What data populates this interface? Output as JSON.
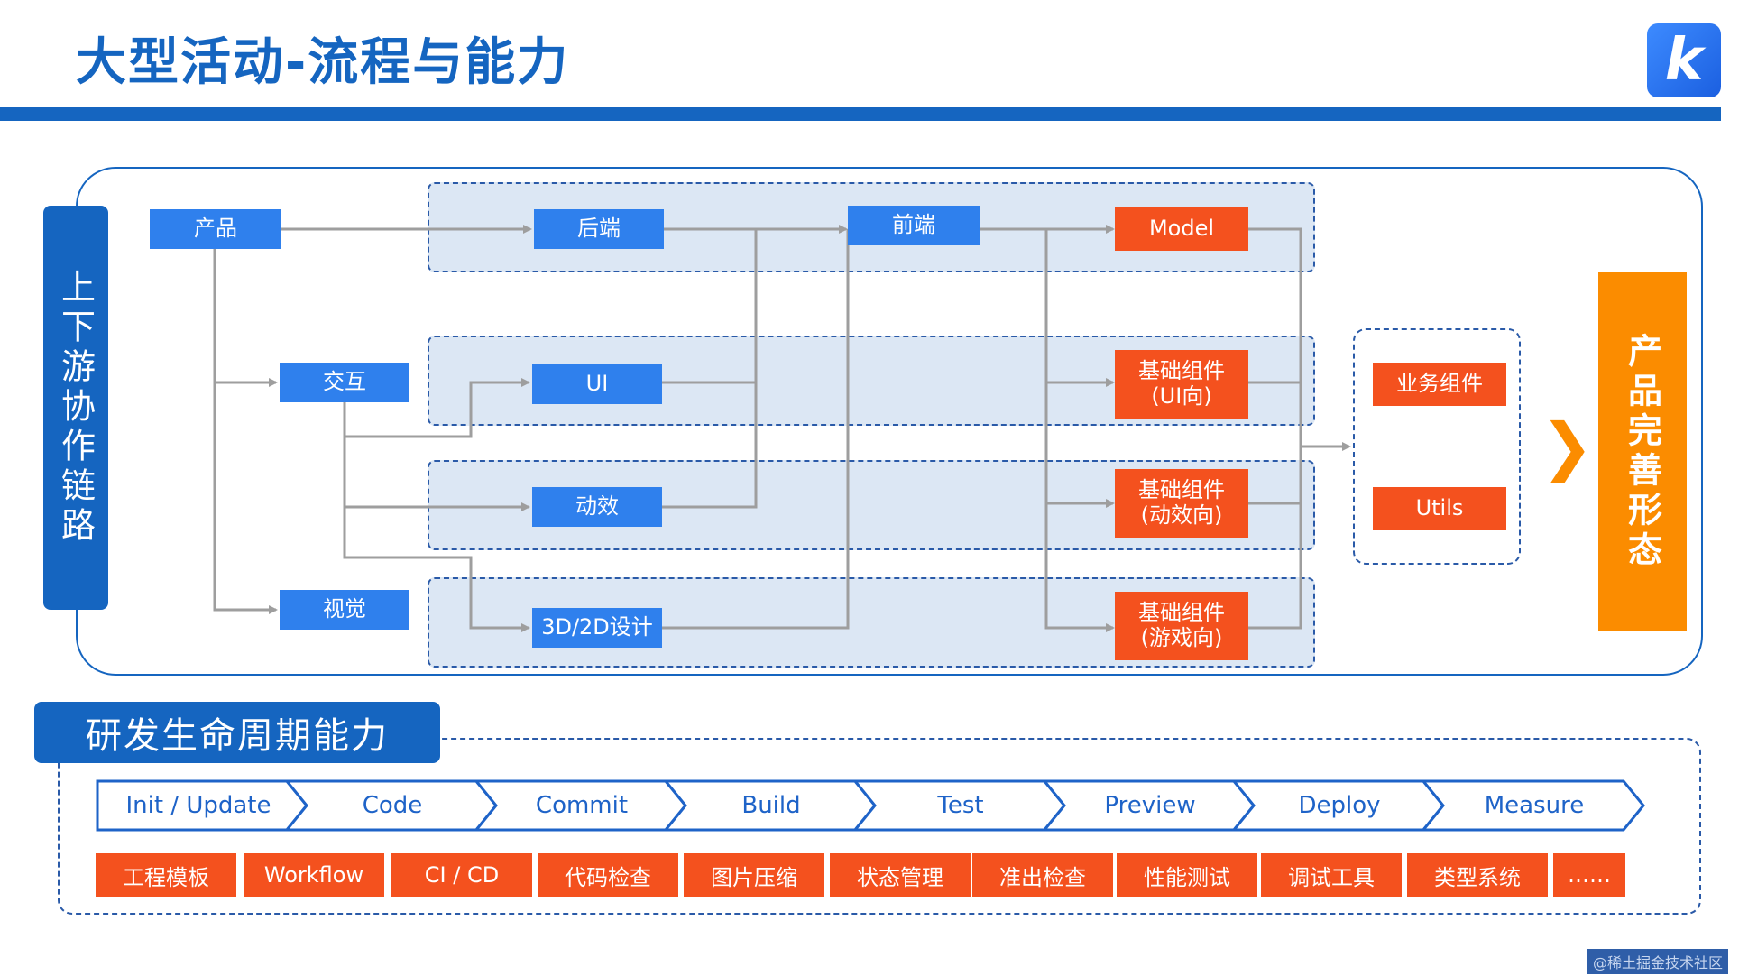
{
  "header": {
    "title": "大型活动-流程与能力",
    "logo_text": "k"
  },
  "flow": {
    "side_label": "上下游协作链路",
    "output_label": "产品完善形态",
    "nodes": {
      "product": "产品",
      "interaction": "交互",
      "visual": "视觉",
      "backend": "后端",
      "ui": "UI",
      "motion": "动效",
      "design": "3D/2D设计",
      "frontend": "前端",
      "model": "Model",
      "base_ui": "基础组件\n(UI向)",
      "base_motion": "基础组件\n(动效向)",
      "base_game": "基础组件\n(游戏向)",
      "business": "业务组件",
      "utils": "Utils"
    }
  },
  "lifecycle": {
    "title": "研发生命周期能力",
    "stages": [
      "Init / Update",
      "Code",
      "Commit",
      "Build",
      "Test",
      "Preview",
      "Deploy",
      "Measure"
    ],
    "capabilities": [
      "工程模板",
      "Workflow",
      "CI / CD",
      "代码检查",
      "图片压缩",
      "状态管理",
      "准出检查",
      "性能测试",
      "调试工具",
      "类型系统",
      "……"
    ]
  },
  "watermark": "@稀土掘金技术社区",
  "colors": {
    "primary_blue": "#1565c0",
    "node_blue": "#2f80ed",
    "node_orange": "#f4511e",
    "output_orange": "#fb8c00",
    "band_fill": "#dce7f4",
    "wire_gray": "#9e9e9e"
  }
}
